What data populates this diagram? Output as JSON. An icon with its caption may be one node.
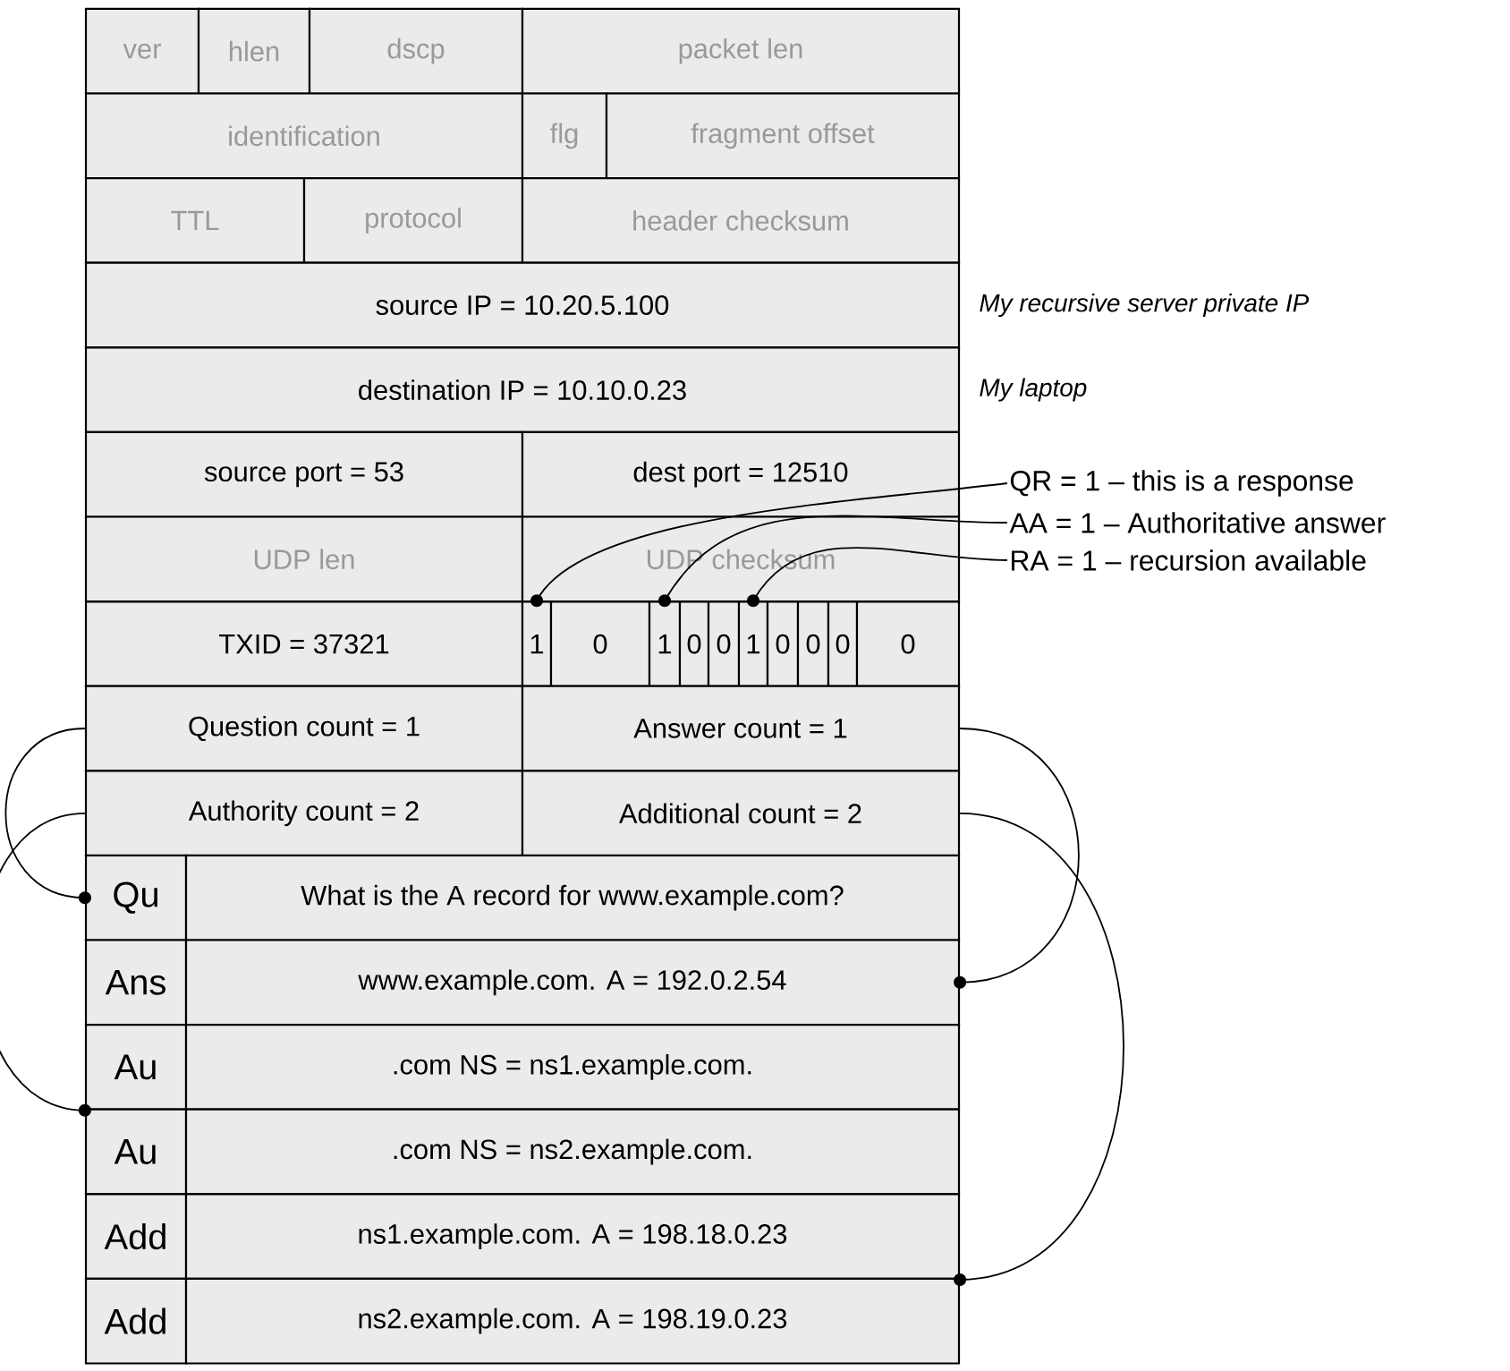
{
  "diagram": {
    "nodes": [
      {
        "text": [
          "ver"
        ]
      },
      {
        "text": [
          "hlen"
        ]
      },
      {
        "text": [
          "dscp"
        ]
      },
      {
        "text": [
          "packet len"
        ]
      },
      {
        "text": [
          "identification"
        ]
      },
      {
        "text": [
          "flg"
        ]
      },
      {
        "text": [
          "fragment offset"
        ]
      },
      {
        "text": [
          "TTL"
        ]
      },
      {
        "text": [
          "protocol"
        ]
      },
      {
        "text": [
          "header checksum"
        ]
      },
      {
        "text": [
          "source IP = 10.20.5.100"
        ],
        "beside": [
          "My recursive server private IP"
        ]
      },
      {
        "text": [
          "destination IP = 10.10.0.23"
        ],
        "beside": [
          "My laptop"
        ]
      },
      {
        "text": [
          "source port = 53"
        ]
      },
      {
        "text": [
          "dest port = 12510"
        ]
      },
      {
        "text": [
          "UDP len"
        ]
      },
      {
        "text": [
          "UDP checksum"
        ]
      },
      {
        "text": [
          "TXID = 37321"
        ]
      },
      {
        "text": [
          "1"
        ]
      },
      {
        "text": [
          "0"
        ]
      },
      {
        "text": [
          "1"
        ]
      },
      {
        "text": [
          "0"
        ]
      },
      {
        "text": [
          "0"
        ]
      },
      {
        "text": [
          "1"
        ]
      },
      {
        "text": [
          "0"
        ]
      },
      {
        "text": [
          "0"
        ]
      },
      {
        "text": [
          "0"
        ]
      },
      {
        "text": [
          "0"
        ]
      },
      {
        "text": [
          "Question count = 1"
        ]
      },
      {
        "text": [
          "Answer count = 1"
        ]
      },
      {
        "text": [
          "Authority count = 2"
        ]
      },
      {
        "text": [
          "Additional count = 2"
        ]
      },
      {
        "text": [
          "Qu"
        ]
      },
      {
        "text": [
          "What is the A record for www.example.com?"
        ]
      },
      {
        "text": [
          "Ans"
        ]
      },
      {
        "text": [
          "www.example.com. A = 192.0.2.54"
        ]
      },
      {
        "text": [
          "Au"
        ]
      },
      {
        "text": [
          ".com NS = ns1.example.com."
        ]
      },
      {
        "text": [
          "Au"
        ]
      },
      {
        "text": [
          ".com NS = ns2.example.com."
        ]
      },
      {
        "text": [
          "Add"
        ]
      },
      {
        "text": [
          "ns1.example.com. A = 198.18.0.23"
        ]
      },
      {
        "text": [
          "Add"
        ]
      },
      {
        "text": [
          "ns2.example.com. A = 198.19.0.23"
        ]
      },
      {
        "text": [
          "QR = 1 – this is a response"
        ]
      },
      {
        "text": [
          "AA = 1 – Authoritative answer"
        ]
      },
      {
        "text": [
          "RA = 1 – recursion available"
        ]
      }
    ],
    "edges": [
      {
        "from": 43,
        "to": 17,
        "arrow": "other"
      },
      {
        "from": 44,
        "to": 19,
        "arrow": "other"
      },
      {
        "from": 45,
        "to": 22,
        "arrow": "other"
      },
      {
        "from": 27,
        "to": 31,
        "arrow": "other"
      },
      {
        "from": 28,
        "to": 34,
        "arrow": "other"
      },
      {
        "from": 29,
        "to": 35,
        "arrow": "other"
      },
      {
        "from": 30,
        "to": 40,
        "arrow": "other"
      }
    ]
  }
}
